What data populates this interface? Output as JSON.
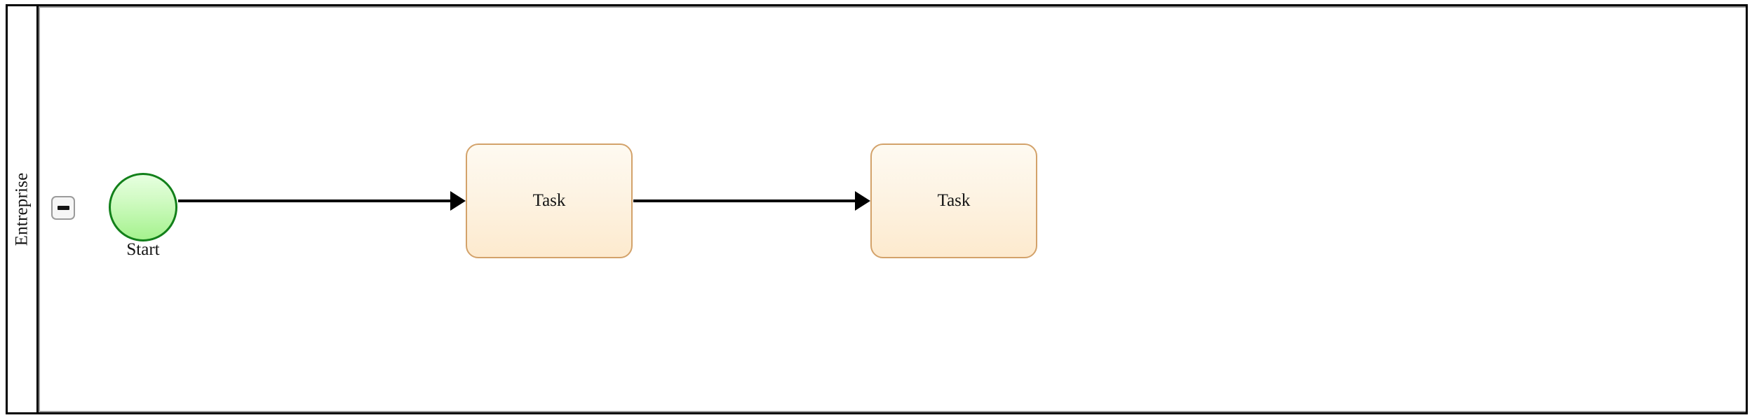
{
  "diagram": {
    "type": "bpmn-process",
    "pool": {
      "lane": {
        "label": "Entreprise",
        "collapse_toggle": {
          "name": "collapse-lane-button",
          "state": "expanded",
          "glyph": "minus-icon"
        }
      }
    },
    "nodes": [
      {
        "id": "start-event",
        "type": "start-event",
        "label": "Start",
        "shape": "circle",
        "fill_top": "#e6ffe0",
        "fill_bottom": "#a5f28e",
        "stroke": "#12801a"
      },
      {
        "id": "task-1",
        "type": "task",
        "label": "Task",
        "shape": "rounded-rectangle",
        "fill_top": "#fefaf1",
        "fill_bottom": "#fdeace",
        "stroke": "#d3a26a"
      },
      {
        "id": "task-2",
        "type": "task",
        "label": "Task",
        "shape": "rounded-rectangle",
        "fill_top": "#fefaf1",
        "fill_bottom": "#fdeace",
        "stroke": "#d3a26a"
      }
    ],
    "flows": [
      {
        "id": "flow-1",
        "from": "start-event",
        "to": "task-1",
        "style": "sequence-flow",
        "color": "#000000"
      },
      {
        "id": "flow-2",
        "from": "task-1",
        "to": "task-2",
        "style": "sequence-flow",
        "color": "#000000"
      }
    ]
  }
}
